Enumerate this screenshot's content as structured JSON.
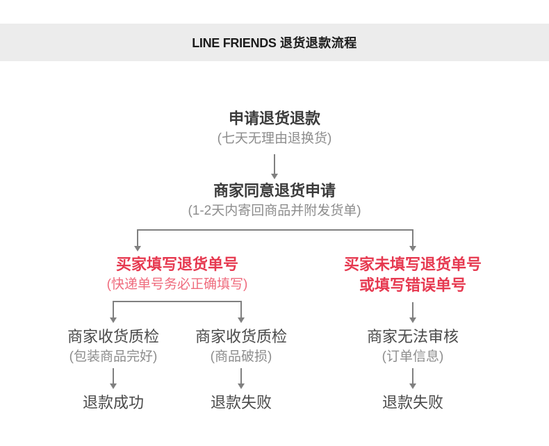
{
  "header": {
    "brand": "LINE FRIENDS",
    "subtitle": "退货退款流程"
  },
  "flow": {
    "nodes": {
      "apply": {
        "title": "申请退货退款",
        "sub": "(七天无理由退换货)"
      },
      "merchant_agree": {
        "title": "商家同意退货申请",
        "sub": "(1-2天内寄回商品并附发货单)"
      },
      "buyer_fills": {
        "title": "买家填写退货单号",
        "sub": "(快递单号务必正确填写)"
      },
      "buyer_not_fills": {
        "title_line1": "买家未填写退货单号",
        "title_line2": "或填写错误单号"
      },
      "inspect_ok": {
        "title": "商家收货质检",
        "sub": "(包装商品完好)"
      },
      "inspect_damaged": {
        "title": "商家收货质检",
        "sub": "(商品破损)"
      },
      "cannot_review": {
        "title": "商家无法审核",
        "sub": "(订单信息)"
      },
      "refund_success": {
        "title": "退款成功"
      },
      "refund_fail_damaged": {
        "title": "退款失败"
      },
      "refund_fail_review": {
        "title": "退款失败"
      }
    }
  },
  "colors": {
    "header_band": "#ececec",
    "title_dark": "#3b3b3b",
    "subtitle_gray": "#8d8d8d",
    "accent_red": "#e63950",
    "accent_red_light": "#ef6b7d",
    "connector_gray": "#808080"
  }
}
